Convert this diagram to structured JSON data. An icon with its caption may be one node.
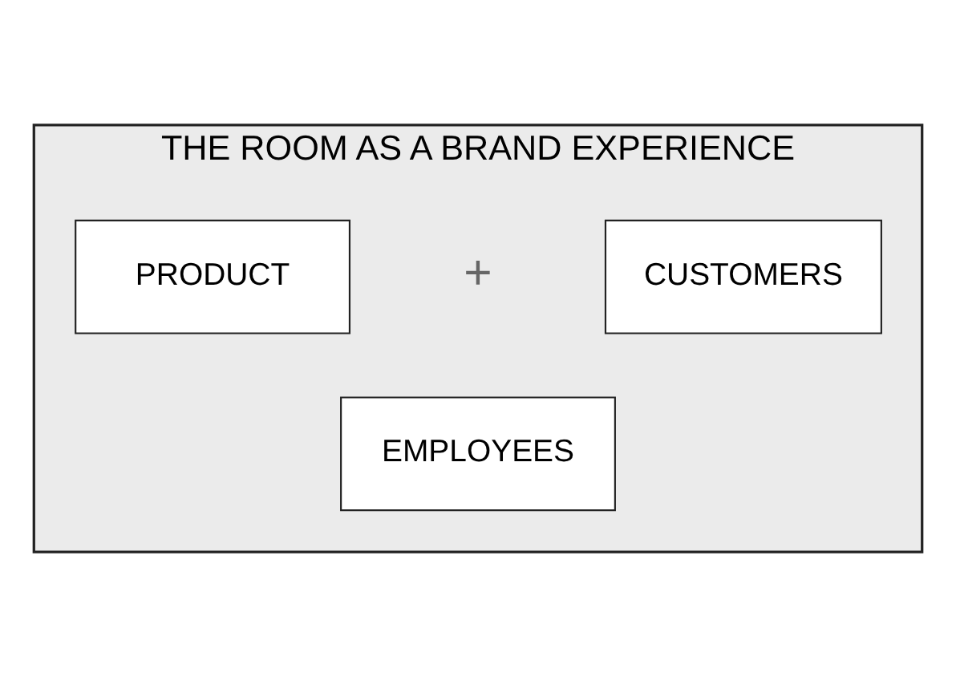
{
  "diagram": {
    "nodes": [
      {
        "text": [
          "THE ROOM AS A BRAND EXPERIENCE"
        ]
      },
      {
        "text": [
          "PRODUCT"
        ],
        "in": 0
      },
      {
        "text": [
          "CUSTOMERS"
        ],
        "in": 0
      },
      {
        "text": [
          "EMPLOYEES"
        ],
        "in": 0
      }
    ],
    "labels": [
      "+"
    ]
  }
}
